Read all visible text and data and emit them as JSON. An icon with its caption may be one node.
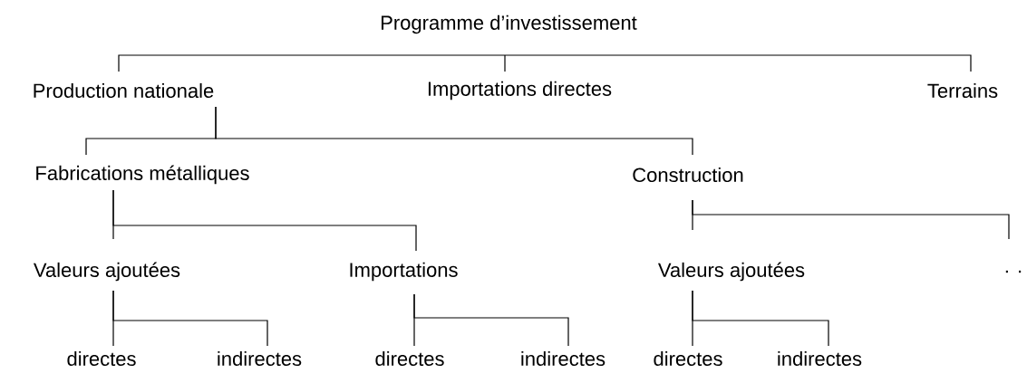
{
  "diagram": {
    "nodes": [
      {
        "text": [
          "Programme d’investissement"
        ]
      },
      {
        "text": [
          "Production nationale"
        ]
      },
      {
        "text": [
          "Importations directes"
        ]
      },
      {
        "text": [
          "Terrains"
        ]
      },
      {
        "text": [
          "Fabrications métalliques"
        ]
      },
      {
        "text": [
          "Construction"
        ]
      },
      {
        "text": [
          "Valeurs ajoutées"
        ]
      },
      {
        "text": [
          "Importations"
        ]
      },
      {
        "text": [
          "Valeurs ajoutées"
        ]
      },
      {
        "text": [
          ". ."
        ]
      },
      {
        "text": [
          "directes"
        ]
      },
      {
        "text": [
          "indirectes"
        ]
      },
      {
        "text": [
          "directes"
        ]
      },
      {
        "text": [
          "indirectes"
        ]
      },
      {
        "text": [
          "directes"
        ]
      },
      {
        "text": [
          "indirectes"
        ]
      }
    ],
    "edges": [
      {
        "from": 0,
        "to": 1,
        "arrow": "none"
      },
      {
        "from": 0,
        "to": 2,
        "arrow": "none"
      },
      {
        "from": 0,
        "to": 3,
        "arrow": "none"
      },
      {
        "from": 1,
        "to": 4,
        "arrow": "none"
      },
      {
        "from": 1,
        "to": 5,
        "arrow": "none"
      },
      {
        "from": 4,
        "to": 6,
        "arrow": "none"
      },
      {
        "from": 4,
        "to": 7,
        "arrow": "none"
      },
      {
        "from": 5,
        "to": 8,
        "arrow": "none"
      },
      {
        "from": 5,
        "to": 9,
        "arrow": "none"
      },
      {
        "from": 6,
        "to": 10,
        "arrow": "none"
      },
      {
        "from": 6,
        "to": 11,
        "arrow": "none"
      },
      {
        "from": 7,
        "to": 12,
        "arrow": "none"
      },
      {
        "from": 7,
        "to": 13,
        "arrow": "none"
      },
      {
        "from": 8,
        "to": 14,
        "arrow": "none"
      },
      {
        "from": 8,
        "to": 15,
        "arrow": "none"
      }
    ]
  }
}
